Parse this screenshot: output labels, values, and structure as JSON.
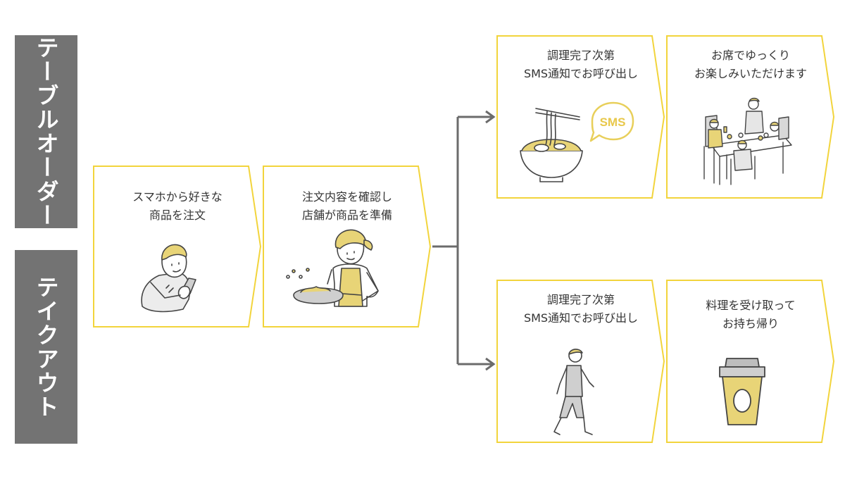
{
  "side_labels": {
    "table_order": "テーブルオーダー",
    "takeout": "テイクアウト"
  },
  "steps": {
    "order": {
      "line1": "スマホから好きな",
      "line2": "商品を注文"
    },
    "prepare": {
      "line1": "注文内容を確認し",
      "line2": "店舗が商品を準備"
    },
    "notify_table": {
      "line1": "調理完了次第",
      "line2": "SMS通知でお呼び出し",
      "bubble": "SMS"
    },
    "enjoy": {
      "line1": "お席でゆっくり",
      "line2": "お楽しみいただけます"
    },
    "notify_takeout": {
      "line1": "調理完了次第",
      "line2": "SMS通知でお呼び出し"
    },
    "pickup": {
      "line1": "料理を受け取って",
      "line2": "お持ち帰り"
    }
  },
  "colors": {
    "frame_yellow": "#f2d43c",
    "accent_yellow": "#e8d477",
    "label_gray": "#737373",
    "arrow_gray": "#6b6b6b",
    "line_gray": "#555555"
  }
}
